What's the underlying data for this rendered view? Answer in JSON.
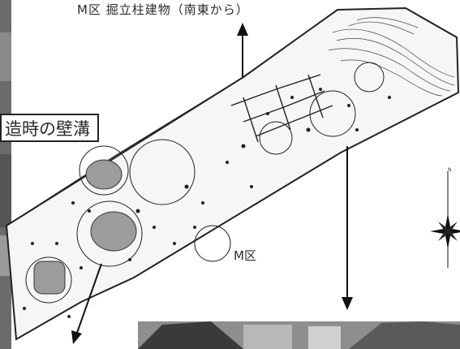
{
  "title": "M区 掘立柱建物（南東から）",
  "callout": "造時の壁溝",
  "area_label": "M区",
  "north_label": "N",
  "icons": [
    "arrow-up-icon",
    "arrow-down-icon",
    "arrow-down-left-icon",
    "compass-rose-icon"
  ]
}
